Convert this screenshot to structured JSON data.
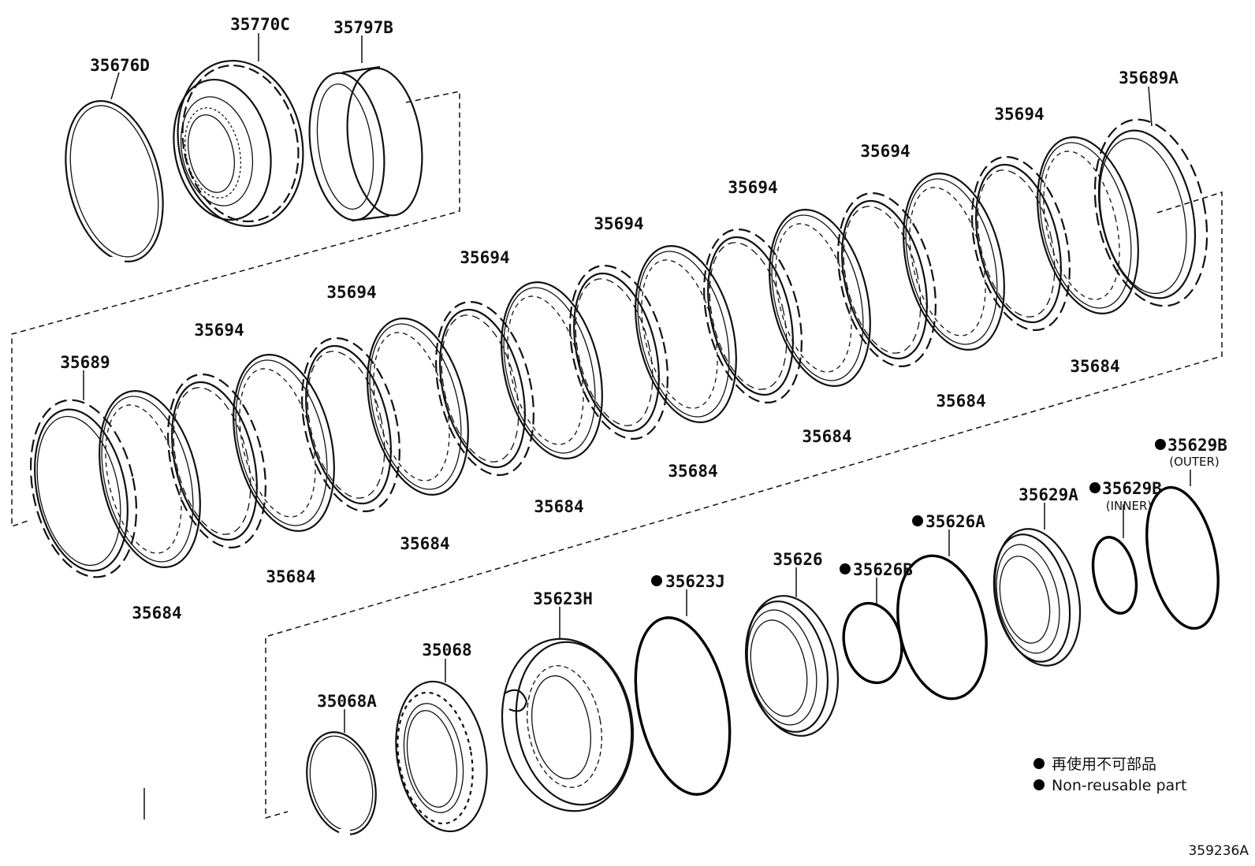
{
  "parts": {
    "p35676D": "35676D",
    "p35770C": "35770C",
    "p35797B": "35797B",
    "p35689A": "35689A",
    "p35689": "35689",
    "p35694": "35694",
    "p35684": "35684",
    "p35623H": "35623H",
    "p35068": "35068",
    "p35068A": "35068A",
    "p35623J": "35623J",
    "p35626": "35626",
    "p35626B": "35626B",
    "p35626A": "35626A",
    "p35629A": "35629A",
    "p35629B": "35629B",
    "outer": "(OUTER)",
    "inner": "(INNER)"
  },
  "legend": {
    "line1": "再使用不可部品",
    "line2": "Non-reusable part"
  },
  "figure_code": "359236A"
}
